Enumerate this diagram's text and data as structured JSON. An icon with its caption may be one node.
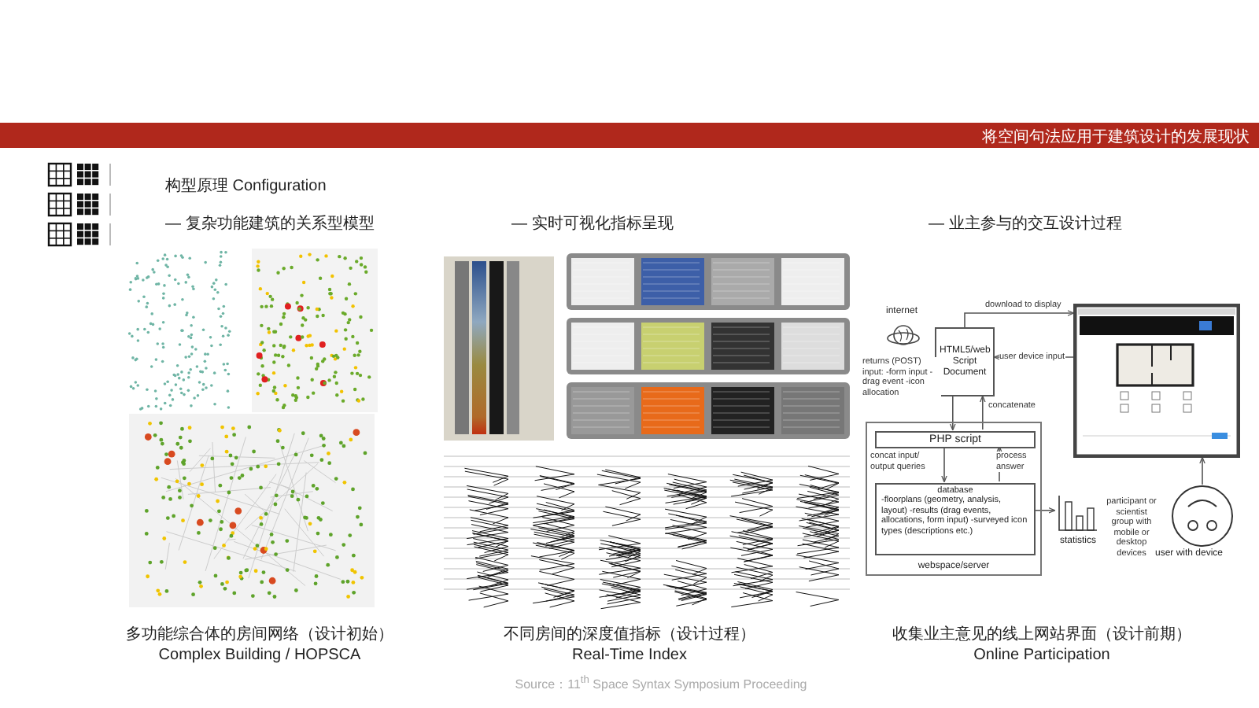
{
  "diagram": {
    "title": "将空间句法应用于建筑设计的发展现状",
    "caption": "Source：11$^{th}$ Space Syntax Symposium Proceeding",
    "nodes": [
      {
        "text": [
          "HTML5/web Script Document"
        ]
      },
      {
        "text": [
          "webspace/server"
        ]
      },
      {
        "text": [
          "PHP script"
        ],
        "in": 1
      },
      {
        "text": [
          "database",
          "-floorplans (geometry, analysis, layout) -results (drag events, allocations, form input) -surveyed icon types (descriptions etc.)"
        ],
        "in": 1
      },
      {
        "text": [],
        "shape": "picture"
      },
      {
        "text": [
          "statistics"
        ]
      },
      {
        "text": [
          "user with device"
        ],
        "beside": [
          "participant or scientist group with mobile or desktop devices"
        ]
      }
    ],
    "edges": [
      {
        "from": 0,
        "to": 4,
        "arrow": "to",
        "label": "download to display"
      },
      {
        "from": 4,
        "to": 0,
        "arrow": "to",
        "label": "user device input"
      },
      {
        "from": 0,
        "to": 2,
        "arrow": "to",
        "label": "returns (POST) input: -form input -drag event -icon allocation"
      },
      {
        "from": 2,
        "to": 0,
        "arrow": "to",
        "label": "concatenate"
      },
      {
        "from": 2,
        "to": 3,
        "arrow": "to",
        "label": "concat input/ output queries"
      },
      {
        "from": 3,
        "to": 2,
        "arrow": "to",
        "label": "process answer"
      },
      {
        "from": 3,
        "to": 5,
        "arrow": "to"
      },
      {
        "from": 6,
        "to": 4,
        "arrow": "to"
      }
    ],
    "labels": [
      "构型原理 Configuration",
      "— 复杂功能建筑的关系型模型",
      "— 实时可视化指标呈现",
      "— 业主参与的交互设计过程",
      "internet",
      "多功能综合体的房间网络（设计初始）",
      "Complex Building / HOPSCA",
      "不同房间的深度值指标（设计过程）",
      "Real-Time Index",
      "收集业主意见的线上网站界面（设计前期）",
      "Online Participation"
    ]
  }
}
